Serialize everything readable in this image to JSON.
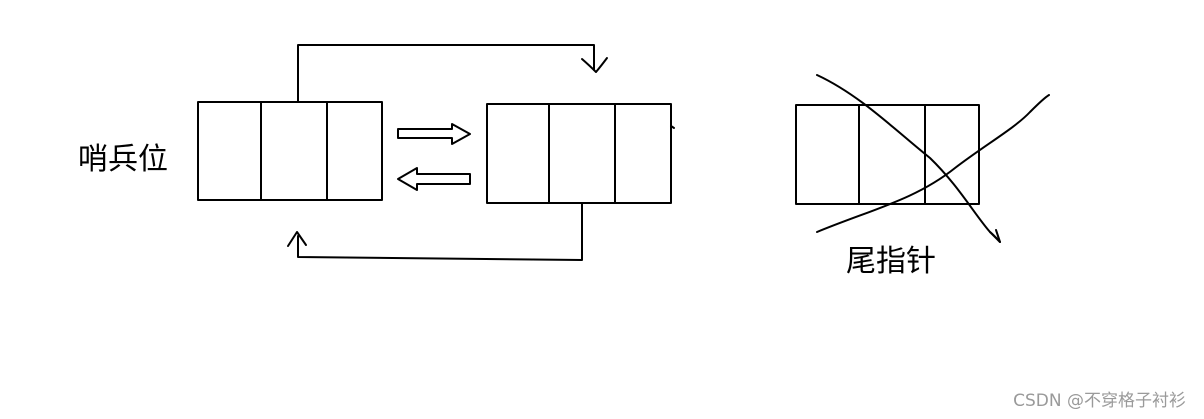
{
  "labels": {
    "sentinel": "哨兵位",
    "tail_pointer": "尾指针"
  },
  "watermark": "CSDN @不穿格子衬衫",
  "colors": {
    "stroke": "#000000",
    "background": "#ffffff",
    "watermark": "#9a9a9a"
  }
}
